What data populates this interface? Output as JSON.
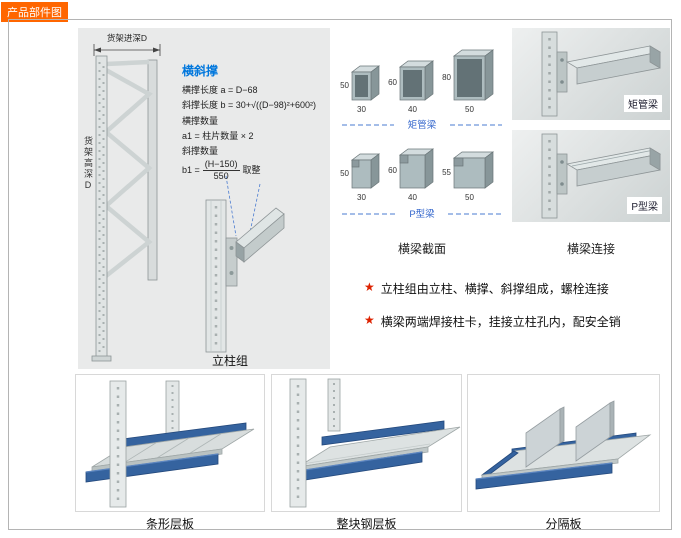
{
  "page": {
    "title": "产品部件图"
  },
  "upright": {
    "dim_top": "货架进深D",
    "dim_side": "货架高深D",
    "caption": "立柱组",
    "formula_title": "横斜撑",
    "f1": "横撑长度 a = D−68",
    "f2": "斜撑长度 b = 30+√((D−98)²+600²)",
    "f3": "横撑数量",
    "f4": "a1 = 柱片数量 × 2",
    "f5": "斜撑数量",
    "b1_lhs": "b1 =",
    "b1_num": "(H−150)",
    "b1_den": "550",
    "b1_suffix": "取整"
  },
  "cross_sections": {
    "caption": "横梁截面",
    "rows": [
      {
        "label": "矩管梁",
        "items": [
          {
            "h": "50",
            "w": "30"
          },
          {
            "h": "60",
            "w": "40"
          },
          {
            "h": "80",
            "w": "50"
          }
        ]
      },
      {
        "label": "P型梁",
        "items": [
          {
            "h": "50",
            "w": "30"
          },
          {
            "h": "60",
            "w": "40"
          },
          {
            "h": "55",
            "w": "50"
          }
        ]
      }
    ]
  },
  "connections": {
    "caption": "横梁连接",
    "items": [
      {
        "label": "矩管梁"
      },
      {
        "label": "P型梁"
      }
    ]
  },
  "notes": [
    {
      "star": "★",
      "text": "立柱组由立柱、横撑、斜撑组成，螺栓连接"
    },
    {
      "star": "★",
      "text": "横梁两端焊接柱卡，挂接立柱孔内，配安全销"
    }
  ],
  "shelves": [
    {
      "caption": "条形层板"
    },
    {
      "caption": "整块钢层板"
    },
    {
      "caption": "分隔板"
    }
  ]
}
